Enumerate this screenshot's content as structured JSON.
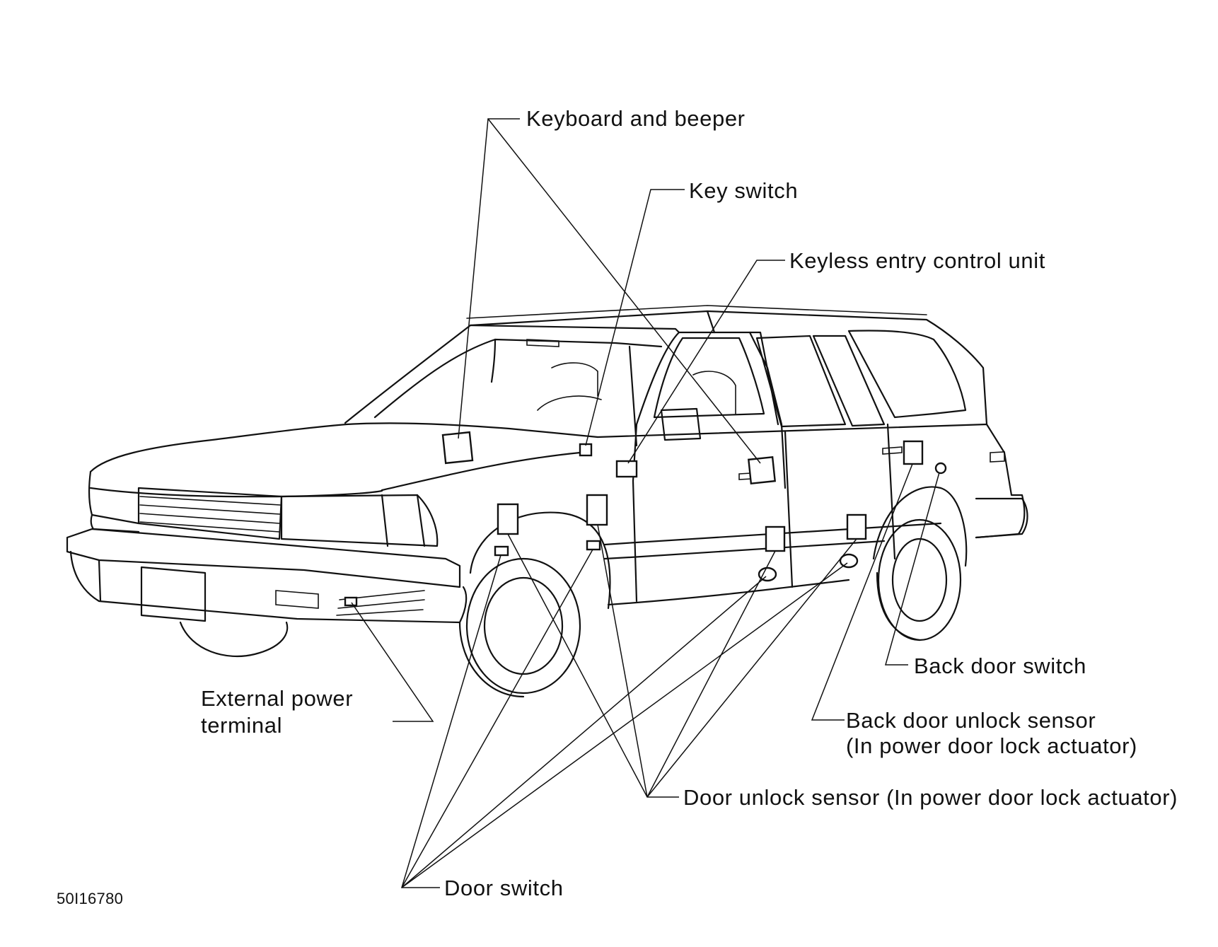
{
  "figure_code": "50I16780",
  "labels": {
    "keyboard_and_beeper": "Keyboard and beeper",
    "key_switch": "Key switch",
    "keyless_entry_control_unit": "Keyless entry control unit",
    "back_door_switch": "Back door switch",
    "back_door_unlock_sensor_line1": "Back door unlock sensor",
    "back_door_unlock_sensor_line2": "(In power door lock actuator)",
    "external_power_terminal_line1": "External power",
    "external_power_terminal_line2": "terminal",
    "door_unlock_sensor": "Door unlock sensor (In power door lock actuator)",
    "door_switch": "Door switch"
  }
}
